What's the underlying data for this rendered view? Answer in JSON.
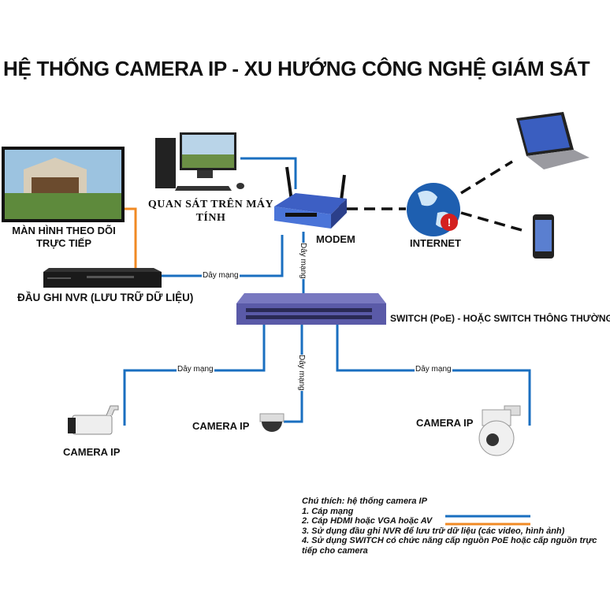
{
  "title": "HỆ THỐNG CAMERA IP - XU HƯỚNG CÔNG NGHỆ  GIÁM SÁT",
  "nodes": {
    "monitor": [
      "MÀN HÌNH THEO DÕI",
      "TRỰC TIẾP"
    ],
    "pc": [
      "QUAN SÁT TRÊN MÁY",
      "TÍNH"
    ],
    "modem": "MODEM",
    "internet": "INTERNET",
    "nvr": "ĐẦU GHI NVR (LƯU TRỮ DỮ LIỆU)",
    "switch": "SWITCH (PoE) - HOẶC SWITCH THÔNG THƯỜNG",
    "camera_left": "CAMERA IP",
    "camera_middle": "CAMERA IP",
    "camera_right": "CAMERA IP"
  },
  "wire_label": "Dây mạng",
  "colors": {
    "network": "#1a6fc0",
    "hdmi": "#f08a24",
    "switch": "#5a5aa8"
  },
  "legend": {
    "heading": "Chú thích: hệ thống camera IP",
    "items": [
      "1. Cáp mạng",
      "2. Cáp HDMI hoặc VGA hoặc AV",
      "3. Sử dụng đầu ghi NVR để lưu trữ dữ liệu (các video, hình ảnh)",
      "4. Sử dụng SWITCH có chức năng cấp nguồn PoE hoặc cấp nguồn trực",
      "tiếp cho camera"
    ]
  }
}
